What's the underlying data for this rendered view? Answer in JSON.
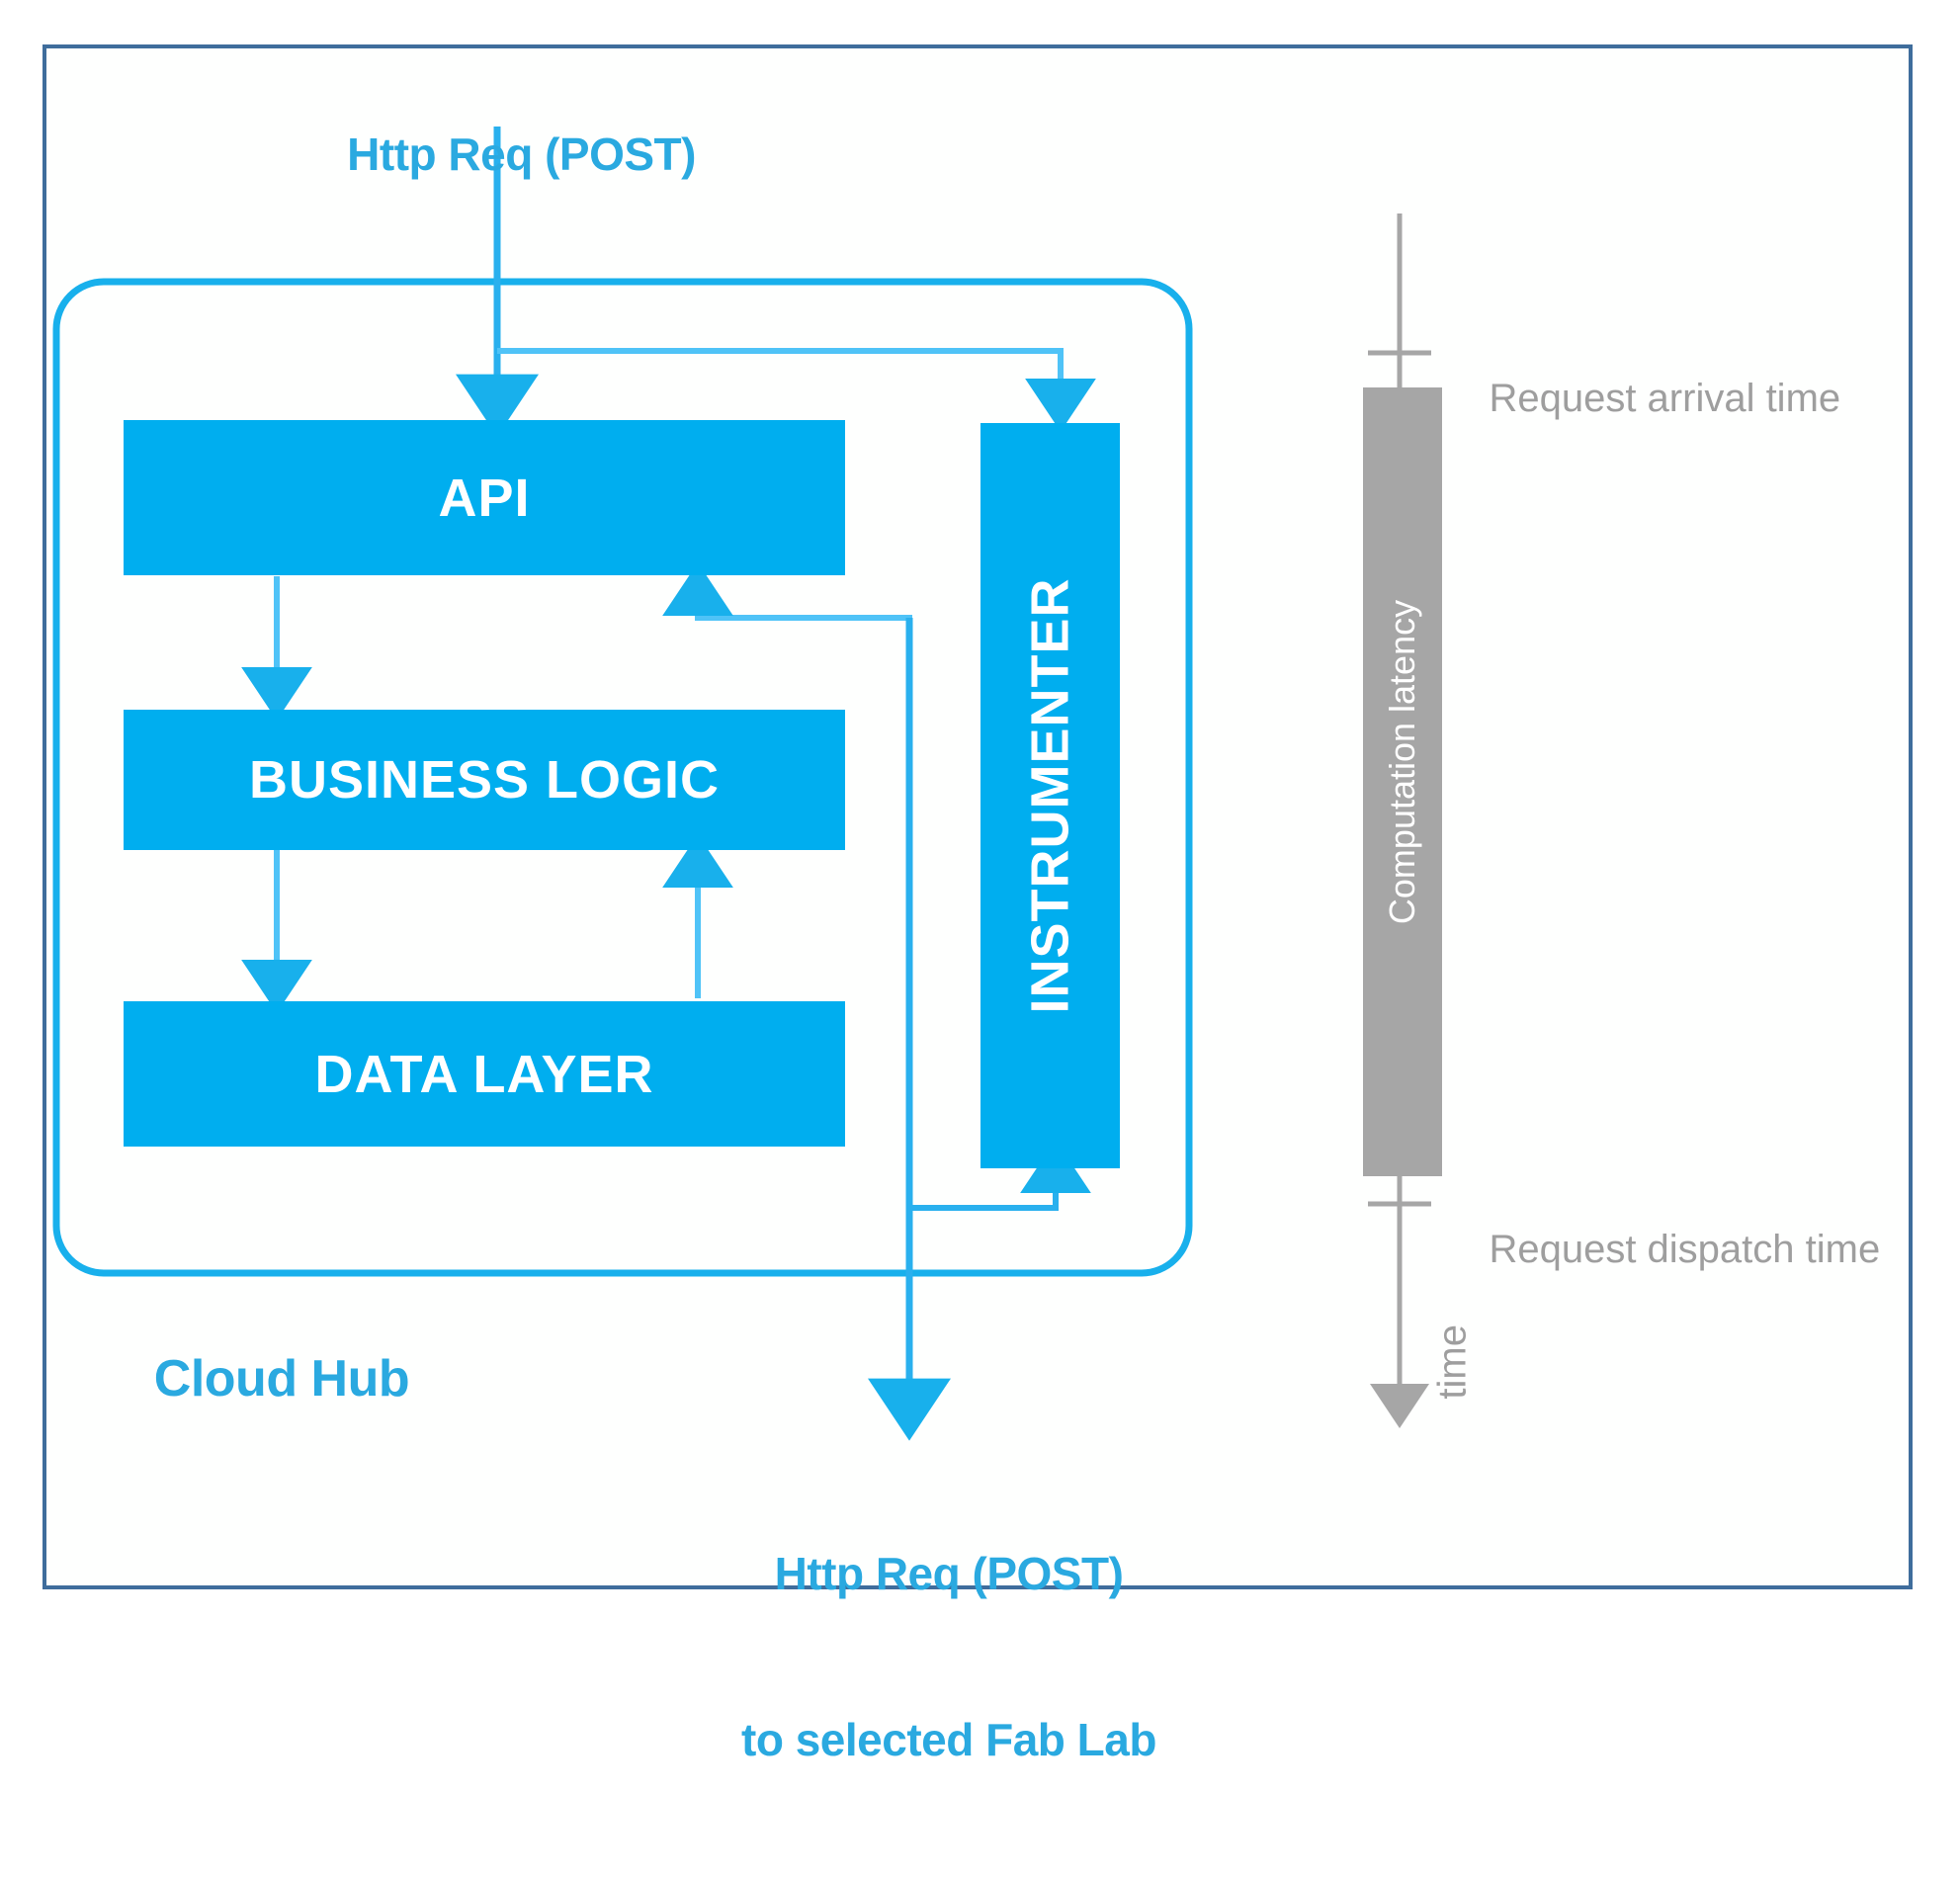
{
  "diagram": {
    "title_top": "Http Req (POST)",
    "bottom_caption_line1": "Http Req (POST)",
    "bottom_caption_line2": "to selected Fab Lab",
    "container_label": "Cloud Hub",
    "colors": {
      "accent_blue": "#00AEEF",
      "line_blue": "#2AA9E0",
      "light_line_blue": "#4FC3F7",
      "frame_border": "#3F6D9C",
      "timeline_gray": "#9E9E9E",
      "bar_gray": "#A6A6A6",
      "text_white": "#FFFFFF"
    },
    "boxes": [
      {
        "id": "api",
        "label": "API"
      },
      {
        "id": "business-logic",
        "label": "BUSINESS LOGIC"
      },
      {
        "id": "data-layer",
        "label": "DATA LAYER"
      },
      {
        "id": "instrumenter",
        "label": "INSTRUMENTER"
      }
    ]
  },
  "timeline": {
    "axis_label": "time",
    "bar_label": "Computation latency",
    "markers": [
      {
        "id": "arrival",
        "label": "Request arrival time"
      },
      {
        "id": "dispatch",
        "label": "Request dispatch time"
      }
    ]
  }
}
